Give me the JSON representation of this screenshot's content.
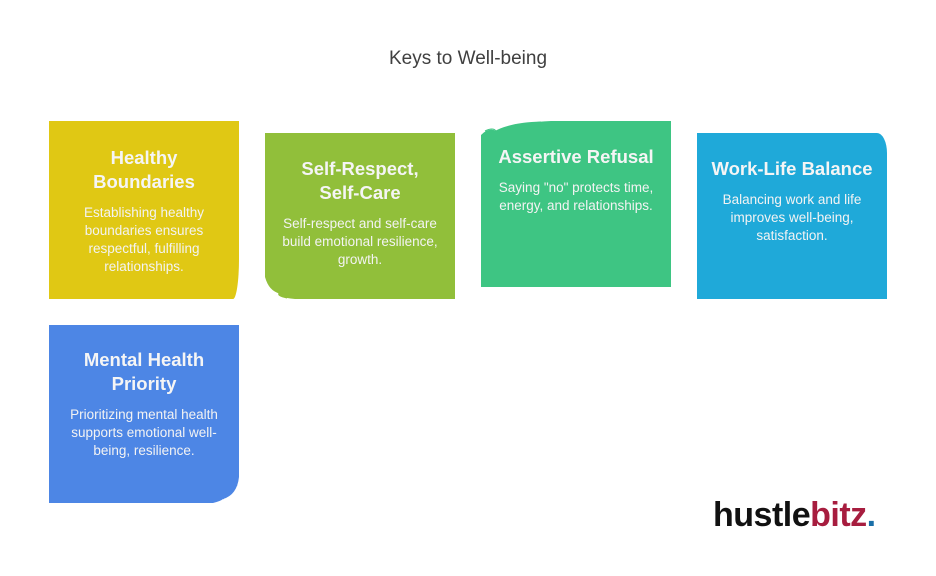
{
  "title": "Keys to Well-being",
  "cards": [
    {
      "heading": "Healthy Boundaries",
      "text": "Establishing healthy boundaries ensures respectful, fulfilling relationships.",
      "color": "#e0c814"
    },
    {
      "heading": "Self-Respect, Self-Care",
      "text": "Self-respect and self-care build emotional resilience, growth.",
      "color": "#91bf3a"
    },
    {
      "heading": "Assertive Refusal",
      "text": "Saying \"no\" protects time, energy, and relationships.",
      "color": "#3ec583"
    },
    {
      "heading": "Work-Life Balance",
      "text": "Balancing work and life improves well-being, satisfaction.",
      "color": "#1fa9d9"
    },
    {
      "heading": "Mental Health Priority",
      "text": "Prioritizing mental health supports emotional well-being, resilience.",
      "color": "#4d86e5"
    }
  ],
  "logo": {
    "part1": "hustle",
    "part2": "bitz",
    "dot": "."
  }
}
